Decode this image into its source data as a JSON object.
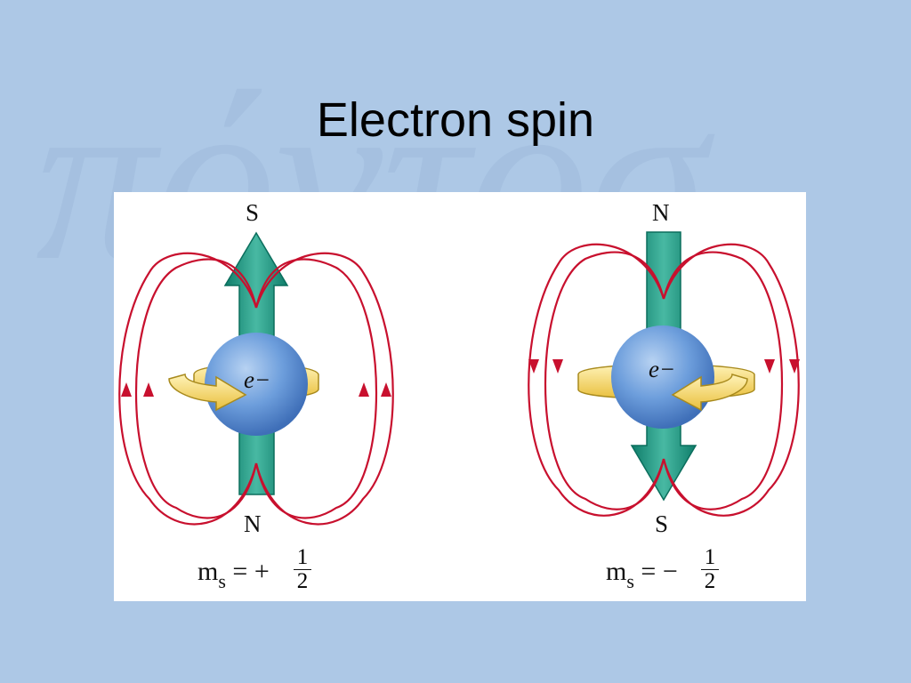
{
  "slide": {
    "title": "Electron spin"
  },
  "watermark": {
    "text": "πόντοσ"
  },
  "colors": {
    "background": "#adc8e6",
    "panel": "#ffffff",
    "field_line": "#c8102e",
    "spin_arrow": "#1e9c86",
    "electron": "#5b8fd1",
    "rotation_arrow": "#f3d36a"
  },
  "diagram": {
    "left": {
      "top_pole": "S",
      "bottom_pole": "N",
      "electron_label": "e−",
      "ms_symbol": "m",
      "ms_subscript": "s",
      "ms_equation": " = +",
      "fraction_numerator": "1",
      "fraction_denominator": "2"
    },
    "right": {
      "top_pole": "N",
      "bottom_pole": "S",
      "electron_label": "e−",
      "ms_symbol": "m",
      "ms_subscript": "s",
      "ms_equation": " = −",
      "fraction_numerator": "1",
      "fraction_denominator": "2"
    }
  }
}
